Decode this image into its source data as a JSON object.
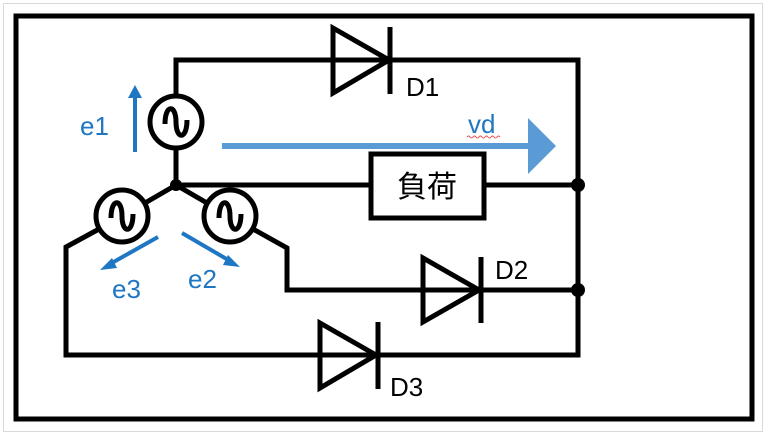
{
  "diagram": {
    "title": "Three-phase half-wave diode rectifier",
    "sources": [
      {
        "id": "e1",
        "label": "e1"
      },
      {
        "id": "e2",
        "label": "e2"
      },
      {
        "id": "e3",
        "label": "e3"
      }
    ],
    "diodes": [
      {
        "id": "D1",
        "label": "D1"
      },
      {
        "id": "D2",
        "label": "D2"
      },
      {
        "id": "D3",
        "label": "D3"
      }
    ],
    "load": {
      "label": "負荷"
    },
    "output_voltage": {
      "label": "vd"
    },
    "colors": {
      "wire": "#000000",
      "emf_arrow": "#1f77c4",
      "vd_arrow": "#5b9bd5",
      "spell_underline": "#e05050"
    }
  }
}
